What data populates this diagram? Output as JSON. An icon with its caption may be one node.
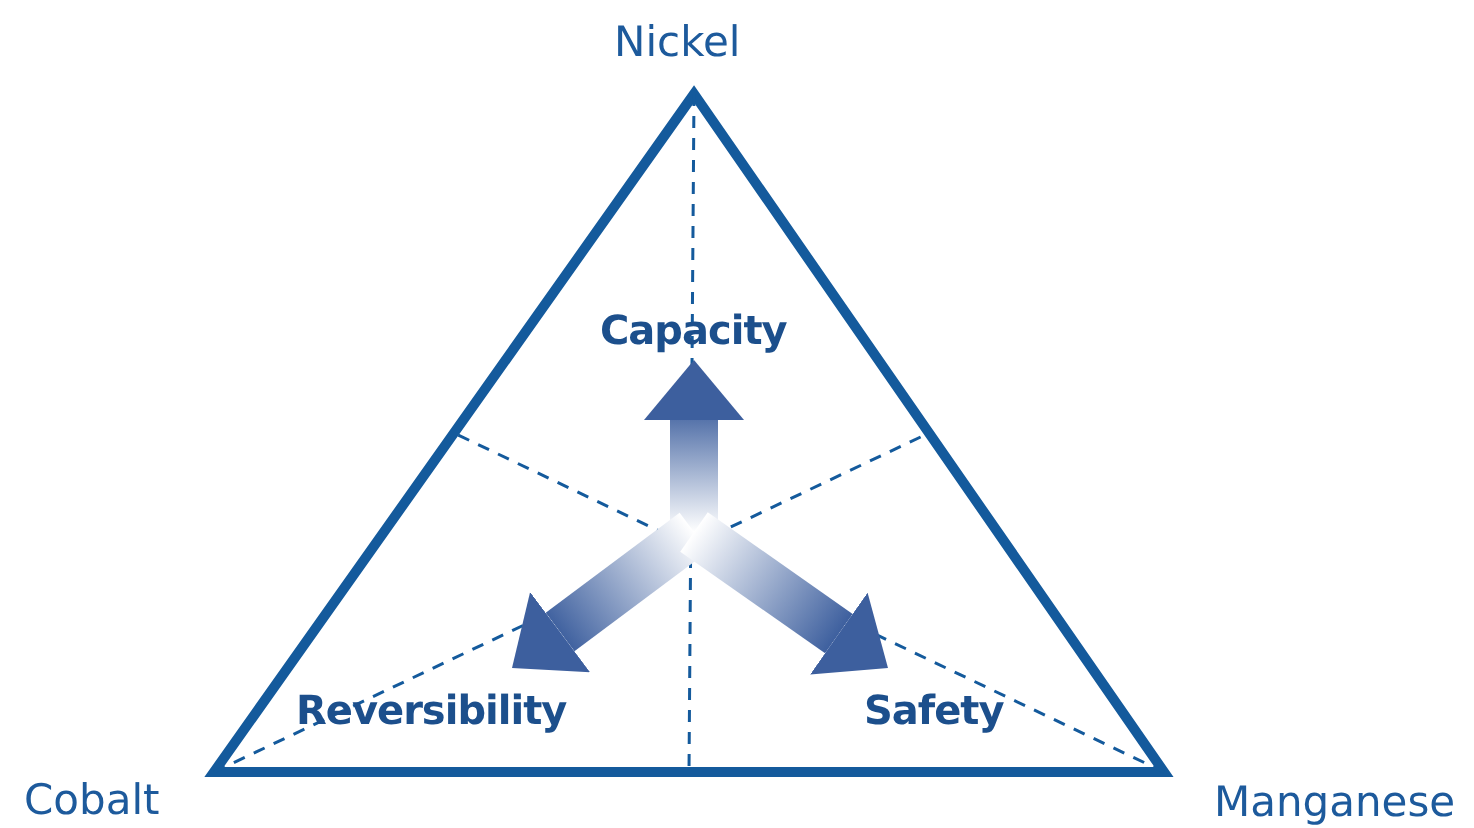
{
  "diagram": {
    "nodes": [
      {
        "text": [
          "Capacity"
        ]
      },
      {
        "text": [
          "Reversibility"
        ]
      },
      {
        "text": [
          "Safety"
        ]
      }
    ],
    "edges": [
      {
        "from": null,
        "to": 0,
        "arrow": "to",
        "style": "thick"
      },
      {
        "from": null,
        "to": 1,
        "arrow": "to",
        "style": "thick"
      },
      {
        "from": null,
        "to": 2,
        "arrow": "to",
        "style": "thick"
      }
    ],
    "labels": [
      "Nickel",
      "Cobalt",
      "Manganese"
    ]
  }
}
